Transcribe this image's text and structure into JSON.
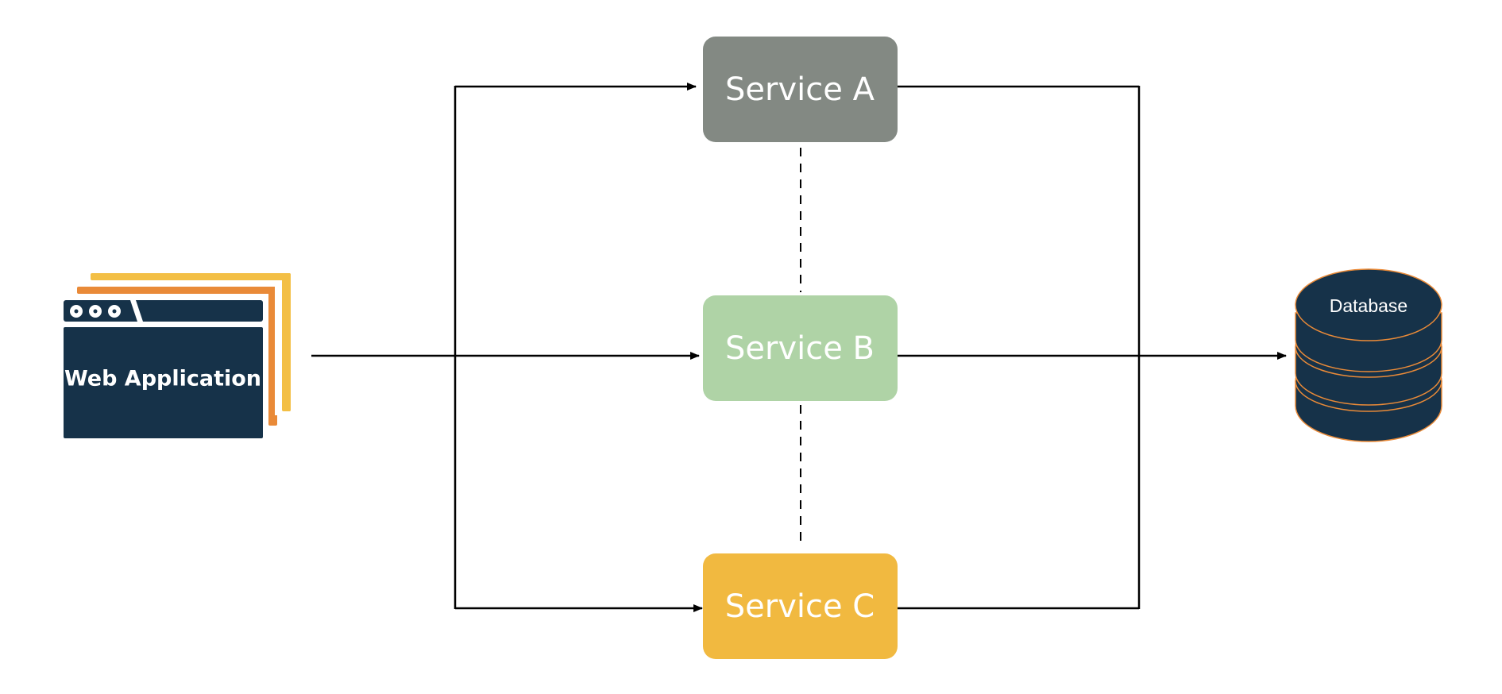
{
  "colors": {
    "service_a": "#838983",
    "service_b": "#afd3a6",
    "service_c": "#f1b940",
    "navy": "#163249",
    "orange": "#e98a38",
    "yellow": "#f3bf45",
    "line": "#000000"
  },
  "web_app": {
    "label": "Web Application",
    "icon": "browser-windows-icon"
  },
  "services": [
    {
      "id": "service-a",
      "label": "Service A"
    },
    {
      "id": "service-b",
      "label": "Service B"
    },
    {
      "id": "service-c",
      "label": "Service C"
    }
  ],
  "database": {
    "label": "Database",
    "icon": "database-cylinder-icon"
  }
}
